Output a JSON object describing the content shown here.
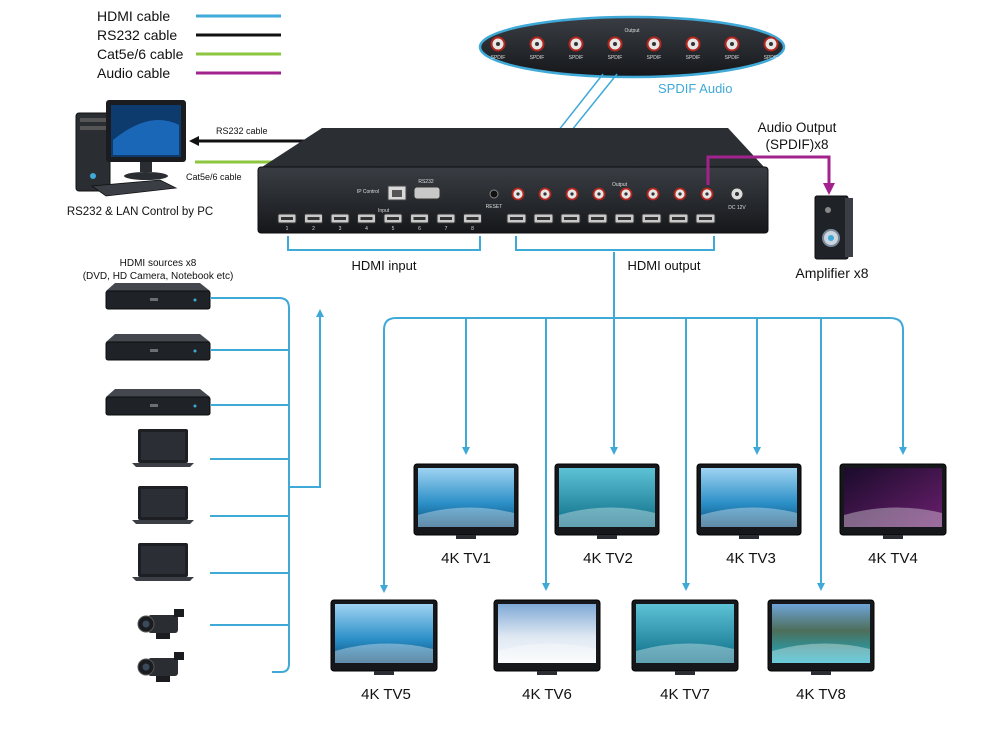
{
  "legend": [
    {
      "label": "HDMI cable",
      "color": "#3fa9d8"
    },
    {
      "label": "RS232 cable",
      "color": "#111111"
    },
    {
      "label": "Cat5e/6 cable",
      "color": "#8cc63f"
    },
    {
      "label": "Audio cable",
      "color": "#a3238e"
    }
  ],
  "spdif_panel": {
    "title": "Output",
    "port_label": "SPDIF",
    "caption": "SPDIF Audio"
  },
  "pc": {
    "caption": "RS232 & LAN Control by PC",
    "rs232_label": "RS232 cable",
    "cat_label": "Cat5e/6 cable"
  },
  "matrix": {
    "ip_control": "IP Control",
    "rs232": "RS232",
    "input_title": "Input",
    "output_title": "Output",
    "reset": "RESET",
    "dc": "DC 12V",
    "port_numbers": [
      "1",
      "2",
      "3",
      "4",
      "5",
      "6",
      "7",
      "8"
    ],
    "hdmi_input_label": "HDMI input",
    "hdmi_output_label": "HDMI output"
  },
  "audio_output": {
    "line1": "Audio Output",
    "line2": "(SPDIF)x8",
    "amplifier_label": "Amplifier x8"
  },
  "sources": {
    "title_line1": "HDMI sources x8",
    "title_line2": "(DVD, HD Camera, Notebook etc)"
  },
  "tvs": [
    "4K TV1",
    "4K TV2",
    "4K TV3",
    "4K TV4",
    "4K TV5",
    "4K TV6",
    "4K TV7",
    "4K TV8"
  ],
  "colors": {
    "hdmi": "#3fa9d8",
    "rs232": "#111111",
    "cat": "#8cc63f",
    "audio": "#a3238e",
    "device": "#1f2226"
  }
}
